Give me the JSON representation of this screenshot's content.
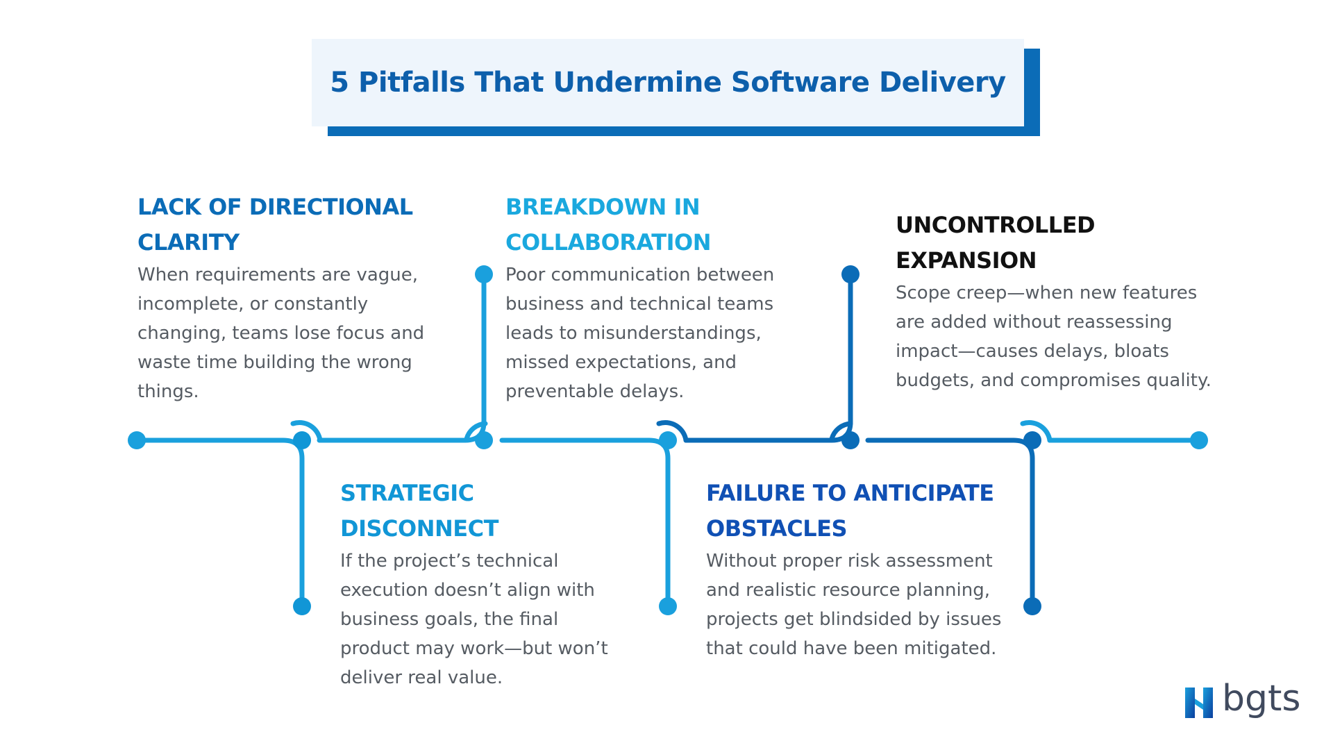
{
  "title": "5 Pitfalls That Undermine Software Delivery",
  "colors": {
    "light_blue": "#1aa0dd",
    "medium_blue": "#0b6cb7",
    "dark_blue": "#1050b4",
    "black": "#111111",
    "gray_text": "#555b62",
    "title_bg": "#eef5fc"
  },
  "pitfalls": [
    {
      "heading": "LACK OF DIRECTIONAL CLARITY",
      "description": "When requirements are vague, incomplete, or constantly changing, teams lose focus and waste time building the wrong things.",
      "color": "#0b6cb7"
    },
    {
      "heading": "STRATEGIC DISCONNECT",
      "description": "If the project’s technical execution doesn’t align with business goals, the final product may work—but won’t deliver real value.",
      "color": "#1196d6"
    },
    {
      "heading": "BREAKDOWN IN COLLABORATION",
      "description": "Poor communication between business and technical teams leads to misunderstandings, missed expectations, and preventable delays.",
      "color": "#1aa8de"
    },
    {
      "heading": "FAILURE TO ANTICIPATE OBSTACLES",
      "description": "Without proper risk assessment and realistic resource planning, projects get blindsided by issues that could have been mitigated.",
      "color": "#1050b4"
    },
    {
      "heading": "UNCONTROLLED EXPANSION",
      "description": "Scope creep—when new features are added without reassessing impact—causes delays, bloats budgets, and compromises quality.",
      "color": "#111111"
    }
  ],
  "logo": {
    "text": "bgts",
    "icon": "bgts-logo-icon"
  }
}
